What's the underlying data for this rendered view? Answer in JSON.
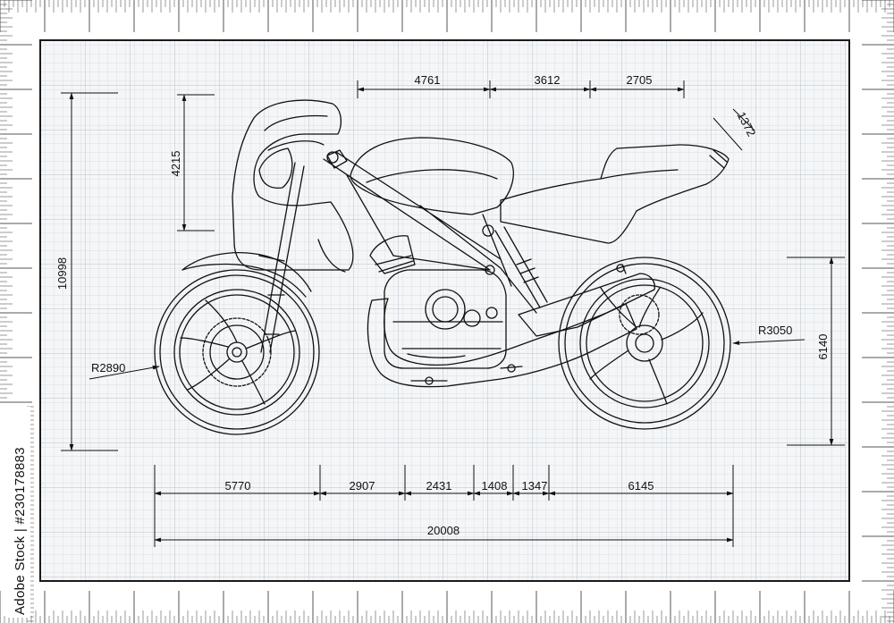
{
  "dimensions": {
    "top_4761": "4761",
    "top_3612": "3612",
    "top_2705": "2705",
    "angled_1372": "1372",
    "left_4215": "4215",
    "left_10998": "10998",
    "radius_front": "R2890",
    "radius_rear": "R3050",
    "right_6140": "6140",
    "bottom_5770": "5770",
    "bottom_2907": "2907",
    "bottom_2431": "2431",
    "bottom_1408": "1408",
    "bottom_1347": "1347",
    "bottom_6145": "6145",
    "overall_length": "20008"
  },
  "watermark": {
    "stock_id": "Adobe Stock | #230178883"
  },
  "colors": {
    "paper": "#f4f6f8",
    "grid_minor": "#d3d9df",
    "grid_major": "#b9c1c9",
    "line": "#111111",
    "frame": "#1a1a1a"
  }
}
